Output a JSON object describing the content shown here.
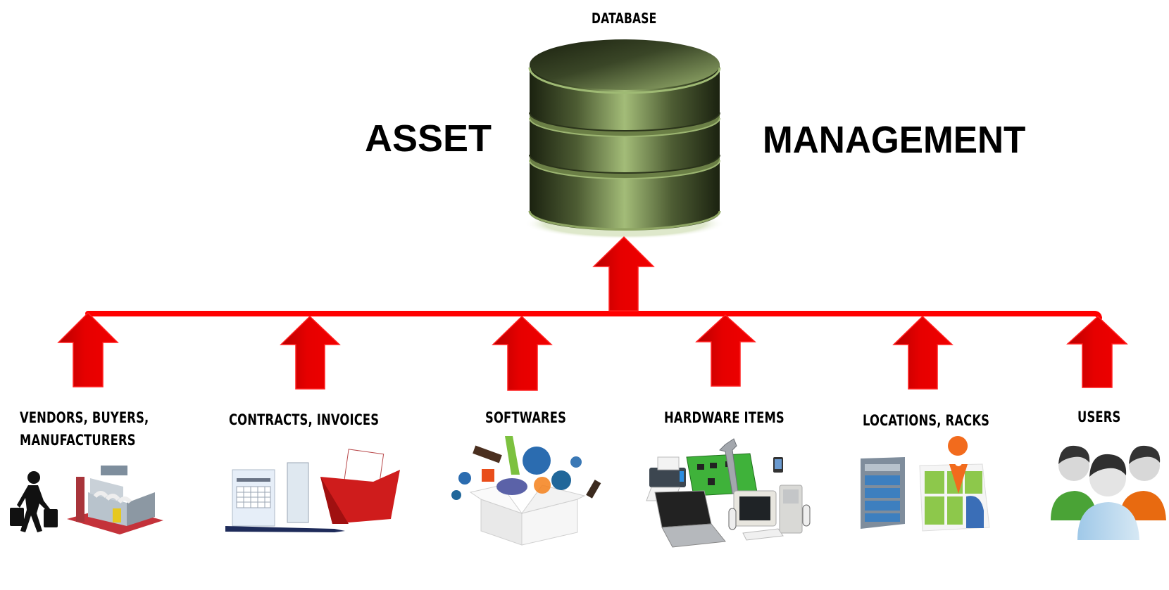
{
  "diagram": {
    "database_label": "DATABASE",
    "title_left": "ASSET",
    "title_right": "MANAGEMENT",
    "colors": {
      "arrow": "#ee0000",
      "arrow_dark": "#b80000",
      "connector": "#ff0000",
      "database": "#7f9459",
      "database_highlight": "#a3bc78",
      "database_shadow": "#1a2010"
    },
    "flow_direction": "up",
    "sources": [
      {
        "lines": [
          "VENDORS, BUYERS,",
          "MANUFACTURERS"
        ],
        "icons": [
          "person-with-bags-icon",
          "factory-icon"
        ]
      },
      {
        "lines": [
          "CONTRACTS, INVOICES"
        ],
        "icons": [
          "invoice-document-icon",
          "pen-icon",
          "red-folder-icon"
        ]
      },
      {
        "lines": [
          "SOFTWARES"
        ],
        "icons": [
          "software-box-icon"
        ]
      },
      {
        "lines": [
          "HARDWARE ITEMS"
        ],
        "icons": [
          "printer-icon",
          "circuit-board-icon",
          "wrench-icon",
          "pda-icon",
          "laptop-icon",
          "desktop-computer-icon"
        ]
      },
      {
        "lines": [
          "LOCATIONS, RACKS"
        ],
        "icons": [
          "server-rack-icon",
          "map-pin-icon"
        ]
      },
      {
        "lines": [
          "USERS"
        ],
        "icons": [
          "users-group-icon"
        ]
      }
    ]
  }
}
